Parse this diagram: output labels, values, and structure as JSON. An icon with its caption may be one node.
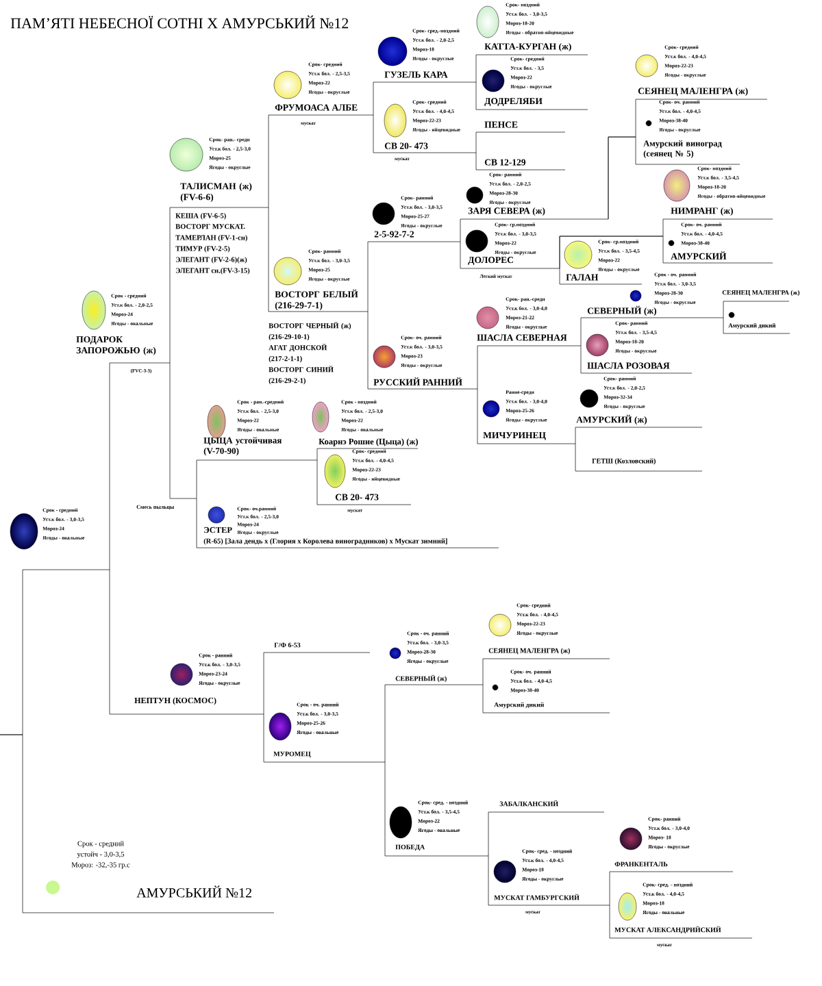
{
  "diagram": {
    "title": "ПАМ’ЯТІ НЕБЕСНОЇ СОТНІ Х АМУРСЬКИЙ №12",
    "nodes": [
      {
        "text": [
          "Срок- поздний",
          "Уст.к бол. - 3,0-3,5",
          "Мороз-18-20",
          "Ягоды - обратно-яйцевидные",
          "КАТТА-КУРГАН (ж)"
        ]
      },
      {
        "text": [
          "Срок- сред.-поздний",
          "Уст.к бол. - 2,0-2,5",
          "Мороз-18",
          "Ягоды - округлые",
          "ГУЗЕЛЬ КАРА"
        ]
      },
      {
        "text": [
          "Срок- средний",
          "Уст.к бол. - 2,5-3,5",
          "Мороз-22",
          "Ягоды - округлые",
          "ФРУМОАСА АЛБЕ"
        ],
        "beside": [
          "мускат"
        ]
      },
      {
        "text": [
          "Срок- средний",
          "Уст.к бол. - 3,5",
          "Мороз-22",
          "Ягоды - округлые",
          "ДОДРЕЛЯБИ"
        ]
      },
      {
        "text": [
          "Срок- средний",
          "Уст.к бол. - 4,0-4,5",
          "Мороз-22-23",
          "Ягоды - округлые",
          "СЕЯНЕЦ МАЛЕНГРА (ж)"
        ]
      },
      {
        "text": [
          "Срок- оч. ранний",
          "Уст.к бол. - 4,0-4,5",
          "Мороз-38-40",
          "Ягоды - округлые",
          "Амурский виноград (сеянец № 5)"
        ]
      },
      {
        "text": [
          "ПЕНСЕ"
        ]
      },
      {
        "text": [
          "Срок- средний",
          "Уст.к бол. - 4,0-4,5",
          "Мороз-22-23",
          "Ягоды - яйцевидные",
          "СВ 20- 473"
        ],
        "beside": [
          "мускат"
        ]
      },
      {
        "text": [
          "Срок- ран.- средн",
          "Уст.к бол. - 2,5-3,0",
          "Мороз-25",
          "Ягоды - округлые",
          "ТАЛИСМАН (ж) (FV-6-6)"
        ]
      },
      {
        "text": [
          "СВ 12-129"
        ]
      },
      {
        "text": [
          "Срок- поздний",
          "Уст.к бол. - 3,5-4,5",
          "Мороз-18-20",
          "Ягоды - обратно-яйцевидные",
          "НИМРАНГ (ж)"
        ]
      },
      {
        "text": [
          "Срок- ранний",
          "Уст.к бол. - 3,0-3,5",
          "Мороз-25-27",
          "Ягоды - округлые",
          "2-5-92-7-2"
        ]
      },
      {
        "text": [
          "Срок- ранний",
          "Уст.к бол. - 2,0-2,5",
          "Мороз-28-30",
          "Ягоды - округлые",
          "ЗАРЯ СЕВЕРА (ж)"
        ]
      },
      {
        "text": [
          "Срок- ср.поздний",
          "Уст.к бол. - 3,0-3,5",
          "Мороз-22",
          "Ягоды - округлые",
          "ДОЛОРЕС"
        ],
        "beside": [
          "Легкий мускат"
        ]
      },
      {
        "text": [
          "Срок- оч. ранний",
          "Уст.к бол. - 4,0-4,5",
          "Мороз-38-40",
          "АМУРСКИЙ"
        ]
      },
      {
        "text": [
          "Срок- ср.поздний",
          "Уст.к бол. - 3,5-4,5",
          "Мороз-22",
          "Ягоды - округлые",
          "ГАЛАН"
        ]
      },
      {
        "text": [
          "Срок- ранний",
          "Уст.к бол. - 3,0-3,5",
          "Мороз-25",
          "Ягоды - округлые",
          "ВОСТОРГ БЕЛЫЙ (216-29-7-1)"
        ]
      },
      {
        "text": [
          "Срок - оч. ранний",
          "Уст.к бол. - 3,0-3,5",
          "Мороз-28-30",
          "Ягоды - округлые",
          "СЕВЕРНЫЙ (ж)"
        ]
      },
      {
        "text": [
          "СЕЯНЕЦ МАЛЕНГРА (ж)"
        ]
      },
      {
        "text": [
          "Амурский дикий"
        ]
      },
      {
        "text": [
          "Срок - средний",
          "Уст.к бол. - 2,0-2,5",
          "Мороз-24",
          "Ягоды - овальные",
          "ПОДАРОК ЗАПОРОЖЬЮ (ж)"
        ],
        "beside": [
          "(FVC-3-3)"
        ]
      },
      {
        "text": [
          "Срок- ран.-средн",
          "Уст.к бол. - 3,0-4,0",
          "Мороз-21-22",
          "Ягоды - округлые",
          "ШАСЛА СЕВЕРНАЯ"
        ]
      },
      {
        "text": [
          "Срок- ранний",
          "Уст.к бол. - 3,5-4,5",
          "Мороз-18-20",
          "Ягоды - округлые",
          "ШАСЛА РОЗОВАЯ"
        ]
      },
      {
        "text": [
          "Срок- оч. ранний",
          "Уст.к бол. - 3,0-3,5",
          "Мороз-23",
          "Ягоды - округлые",
          "РУССКИЙ РАННИЙ"
        ]
      },
      {
        "text": [
          "Срок - ран.-средний",
          "Уст.к бол. - 2,5-3,0",
          "Мороз-22",
          "Ягоды - овальные",
          "ЦЫЦА устойчивая (V-70-90)"
        ]
      },
      {
        "text": [
          "Срок - поздний",
          "Уст.к бол. - 2,5-3,0",
          "Мороз-22",
          "Ягоды - овальные",
          "Коарнэ Рошие (Цыца) (ж)"
        ]
      },
      {
        "text": [
          "Срок- ранний",
          "Уст.к бол. - 2,0-2,5",
          "Мороз-32-34",
          "Ягоды - округлые",
          "АМУРСКИЙ (ж)"
        ]
      },
      {
        "text": [
          "Ранне-средн",
          "Уст.к бол. - 3,0-4,0",
          "Мороз-25-26",
          "Ягоды - округлые",
          "МИЧУРИНЕЦ"
        ]
      },
      {
        "text": [
          "ГЕТШ (Козловский)"
        ]
      },
      {
        "text": [
          "Смесь пыльцы"
        ]
      },
      {
        "text": [
          "Срок- средний",
          "Уст.к бол. - 4,0-4,5",
          "Мороз-22-23",
          "Ягоды - яйцевидные",
          "СВ 20- 473"
        ]
      },
      {
        "text": [
          "Срок- оч.ранний",
          "Уст.к бол. - 2,5-3,0",
          "Мороз-24",
          "Ягоды - округлые",
          "ЭСТЕР",
          "(R-65) [Зала дендь х (Глория х Королева виноградников) х Мускат зимний]"
        ]
      },
      {
        "text": [
          "Срок - средний",
          "Уст.к бол. - 3,0-3,5",
          "Мороз-24",
          "Ягоды - овальные"
        ]
      },
      {
        "text": [
          "Г/Ф 6-53"
        ]
      },
      {
        "text": [
          "Срок - оч. ранний",
          "Уст.к бол. - 3,0-3,5",
          "Мороз-28-30",
          "Ягоды - округлые",
          "СЕВЕРНЫЙ (ж)"
        ]
      },
      {
        "text": [
          "Срок- средний",
          "Уст.к бол. - 4,0-4,5",
          "Мороз-22-23",
          "Ягоды - округлые",
          "СЕЯНЕЦ МАЛЕНГРА (ж)"
        ]
      },
      {
        "text": [
          "Срок - ранний",
          "Уст.к бол. - 3,0-3,5",
          "Мороз-23-24",
          "Ягоды - округлые",
          "НЕПТУН (КОСМОС)"
        ]
      },
      {
        "text": [
          "Срок- оч. ранний",
          "Уст.к бол. - 4,0-4,5",
          "Мороз-38-40",
          "Амурский дикий"
        ]
      },
      {
        "text": [
          "Срок - оч. ранний",
          "Уст.к бол. - 3,0-3,5",
          "Мороз-25-26",
          "Ягоды - овальные",
          "МУРОМЕЦ"
        ]
      },
      {
        "text": [
          "ЗАБАЛКАНСКИЙ"
        ]
      },
      {
        "text": [
          "Срок- сред. - поздний",
          "Уст.к бол. - 3,5-4,5",
          "Мороз-22",
          "Ягоды - овальные",
          "ПОБЕДА"
        ]
      },
      {
        "text": [
          "Срок- ранний",
          "Уст.к бол. - 3,0-4,0",
          "Мороз- 18",
          "Ягоды - округлые",
          "ФРАНКЕНТАЛЬ"
        ]
      },
      {
        "text": [
          "Срок- сред. - поздний",
          "Уст.к бол. - 4,0-4,5",
          "Мороз-18",
          "Ягоды - округлые",
          "МУСКАТ ГАМБУРГСКИЙ"
        ],
        "beside": [
          "мускат"
        ]
      },
      {
        "text": [
          "Срок- сред. - поздний",
          "Уст.к бол. - 4,0-4,5",
          "Мороз-18",
          "Ягоды - овальные",
          "МУСКАТ АЛЕКСАНДРИЙСКИЙ"
        ],
        "beside": [
          "мускат"
        ]
      },
      {
        "text": [
          "Срок - средний",
          "устойч - 3,0-3,5",
          "Мороз: -32,-35 гр.с",
          "АМУРСЬКИЙ №12"
        ]
      }
    ],
    "edges": [
      {
        "from": 0,
        "to": 1,
        "arrow": "none"
      },
      {
        "from": 3,
        "to": 1,
        "arrow": "none"
      },
      {
        "from": 1,
        "to": 2,
        "arrow": "none"
      },
      {
        "from": 7,
        "to": 2,
        "arrow": "none"
      },
      {
        "from": 6,
        "to": 7,
        "arrow": "none"
      },
      {
        "from": 9,
        "to": 7,
        "arrow": "none"
      },
      {
        "from": 2,
        "to": 8,
        "arrow": "none"
      },
      {
        "from": 16,
        "to": 8,
        "arrow": "none"
      },
      {
        "from": 8,
        "to": 20,
        "arrow": "none"
      },
      {
        "from": 29,
        "to": 20,
        "arrow": "none"
      },
      {
        "from": 4,
        "to": 12,
        "arrow": "none"
      },
      {
        "from": 5,
        "to": 12,
        "arrow": "none"
      },
      {
        "from": 12,
        "to": 11,
        "arrow": "none"
      },
      {
        "from": 13,
        "to": 11,
        "arrow": "none"
      },
      {
        "from": 10,
        "to": 13,
        "arrow": "none"
      },
      {
        "from": 14,
        "to": 13,
        "arrow": "none"
      },
      {
        "from": 15,
        "to": 13,
        "arrow": "none"
      },
      {
        "from": 11,
        "to": 16,
        "arrow": "none"
      },
      {
        "from": 23,
        "to": 16,
        "arrow": "none"
      },
      {
        "from": 18,
        "to": 17,
        "arrow": "none"
      },
      {
        "from": 19,
        "to": 17,
        "arrow": "none"
      },
      {
        "from": 17,
        "to": 21,
        "arrow": "none"
      },
      {
        "from": 22,
        "to": 21,
        "arrow": "none"
      },
      {
        "from": 21,
        "to": 23,
        "arrow": "none"
      },
      {
        "from": 27,
        "to": 23,
        "arrow": "none"
      },
      {
        "from": 26,
        "to": 27,
        "arrow": "none"
      },
      {
        "from": 28,
        "to": 27,
        "arrow": "none"
      },
      {
        "from": 25,
        "to": 24,
        "arrow": "none"
      },
      {
        "from": 30,
        "to": 24,
        "arrow": "none"
      },
      {
        "from": 24,
        "to": 29,
        "arrow": "none"
      },
      {
        "from": 31,
        "to": 29,
        "arrow": "none"
      },
      {
        "from": 20,
        "to": 32,
        "arrow": "none"
      },
      {
        "from": 36,
        "to": 32,
        "arrow": "none"
      },
      {
        "from": 33,
        "to": 36,
        "arrow": "none"
      },
      {
        "from": 38,
        "to": 36,
        "arrow": "none"
      },
      {
        "from": 34,
        "to": 38,
        "arrow": "none"
      },
      {
        "from": 40,
        "to": 38,
        "arrow": "none"
      },
      {
        "from": 35,
        "to": 34,
        "arrow": "none"
      },
      {
        "from": 37,
        "to": 34,
        "arrow": "none"
      },
      {
        "from": 39,
        "to": 40,
        "arrow": "none"
      },
      {
        "from": 42,
        "to": 40,
        "arrow": "none"
      },
      {
        "from": 41,
        "to": 42,
        "arrow": "none"
      },
      {
        "from": 43,
        "to": 42,
        "arrow": "none"
      },
      {
        "from": 32,
        "to": null,
        "arrow": "none"
      },
      {
        "from": 44,
        "to": null,
        "arrow": "none"
      }
    ],
    "labels": [
      "КЕША (FV-6-5)",
      "ВОСТОРГ МУСКАТ.",
      "ТАМЕРЛАН (FV-1-сн)",
      "ТИМУР (FV-2-5)",
      "ЭЛЕГАНТ (FV-2-6)(ж)",
      "ЭЛЕГАНТ сн.(FV-3-15)",
      "ВОСТОРГ ЧЕРНЫЙ (ж) (216-29-10-1)",
      "АГАТ ДОНСКОЙ (217-2-1-1)",
      "ВОСТОРГ СИНИЙ (216-29-2-1)",
      "мускат"
    ]
  }
}
